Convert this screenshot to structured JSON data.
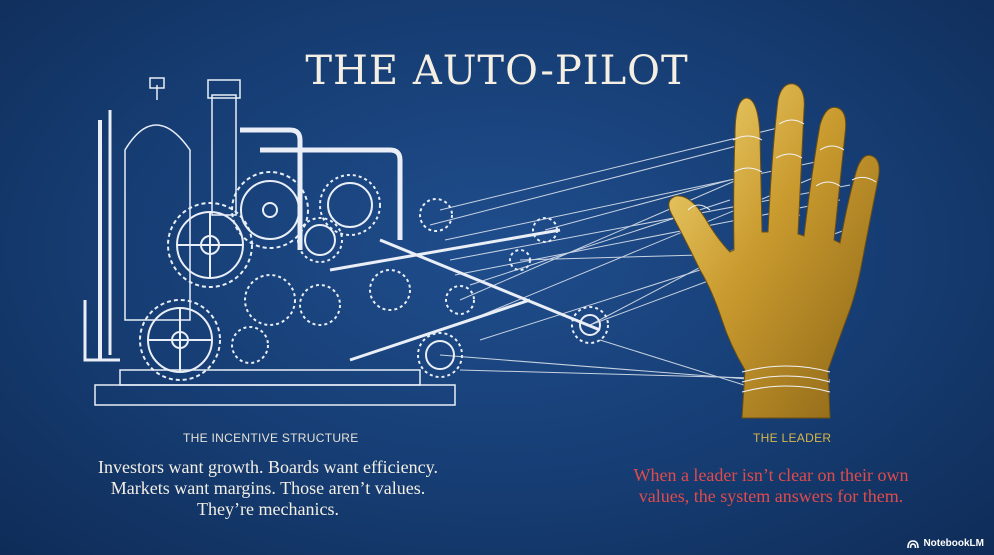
{
  "title": "THE AUTO-PILOT",
  "left_label": "THE INCENTIVE STRUCTURE",
  "right_label": "THE LEADER",
  "left_text": [
    "Investors want growth. Boards want efficiency.",
    "Markets want margins. Those aren’t values.",
    "They’re mechanics."
  ],
  "right_text": [
    "When a leader isn’t clear on their own",
    "values, the system answers for them."
  ],
  "badge": {
    "label": "NotebookLM",
    "icon": "notebooklm-logo-icon"
  },
  "colors": {
    "background": "#173f78",
    "title": "#f4efe2",
    "gold": "#d9b54a",
    "accent_red": "#e14b4b"
  }
}
